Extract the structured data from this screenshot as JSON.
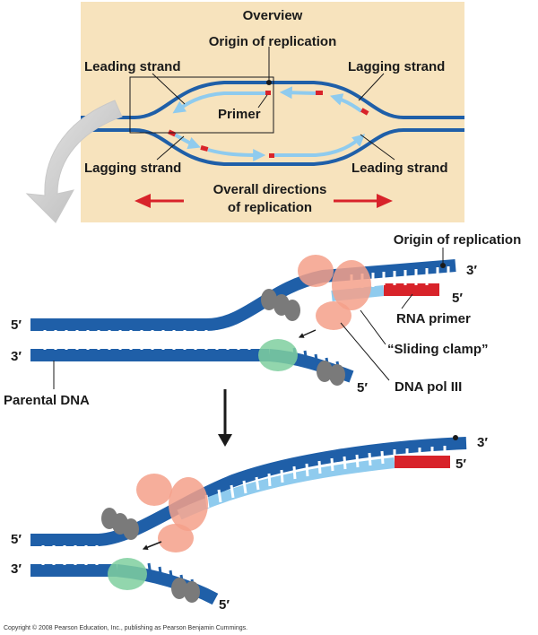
{
  "overview": {
    "title": "Overview",
    "origin_label": "Origin of replication",
    "leading_top": "Leading strand",
    "lagging_top": "Lagging strand",
    "primer_label": "Primer",
    "lagging_bottom": "Lagging strand",
    "leading_bottom": "Leading strand",
    "directions_line1": "Overall directions",
    "directions_line2": "of replication"
  },
  "detail1": {
    "origin_label": "Origin of replication",
    "end_3prime_top": "3′",
    "end_5prime_primer": "5′",
    "rna_primer": "RNA primer",
    "sliding_clamp": "“Sliding clamp”",
    "dna_pol": "DNA pol III",
    "left_5prime": "5′",
    "left_3prime": "3′",
    "parental_dna": "Parental DNA",
    "bottom_5prime": "5′"
  },
  "detail2": {
    "end_3prime": "3′",
    "end_5prime": "5′",
    "left_5prime": "5′",
    "left_3prime": "3′",
    "bottom_5prime": "5′"
  },
  "copyright": "Copyright © 2008 Pearson Education, Inc., publishing as Pearson Benjamin Cummings.",
  "colors": {
    "panel_bg": "#f7e3bd",
    "dna_dark": "#1f5fa8",
    "dna_light": "#8fcbee",
    "primer_red": "#d8232a",
    "clamp_pink": "#f4a08a",
    "pol_green": "#7fcf9f",
    "helicase_gray": "#7a7a7a"
  }
}
